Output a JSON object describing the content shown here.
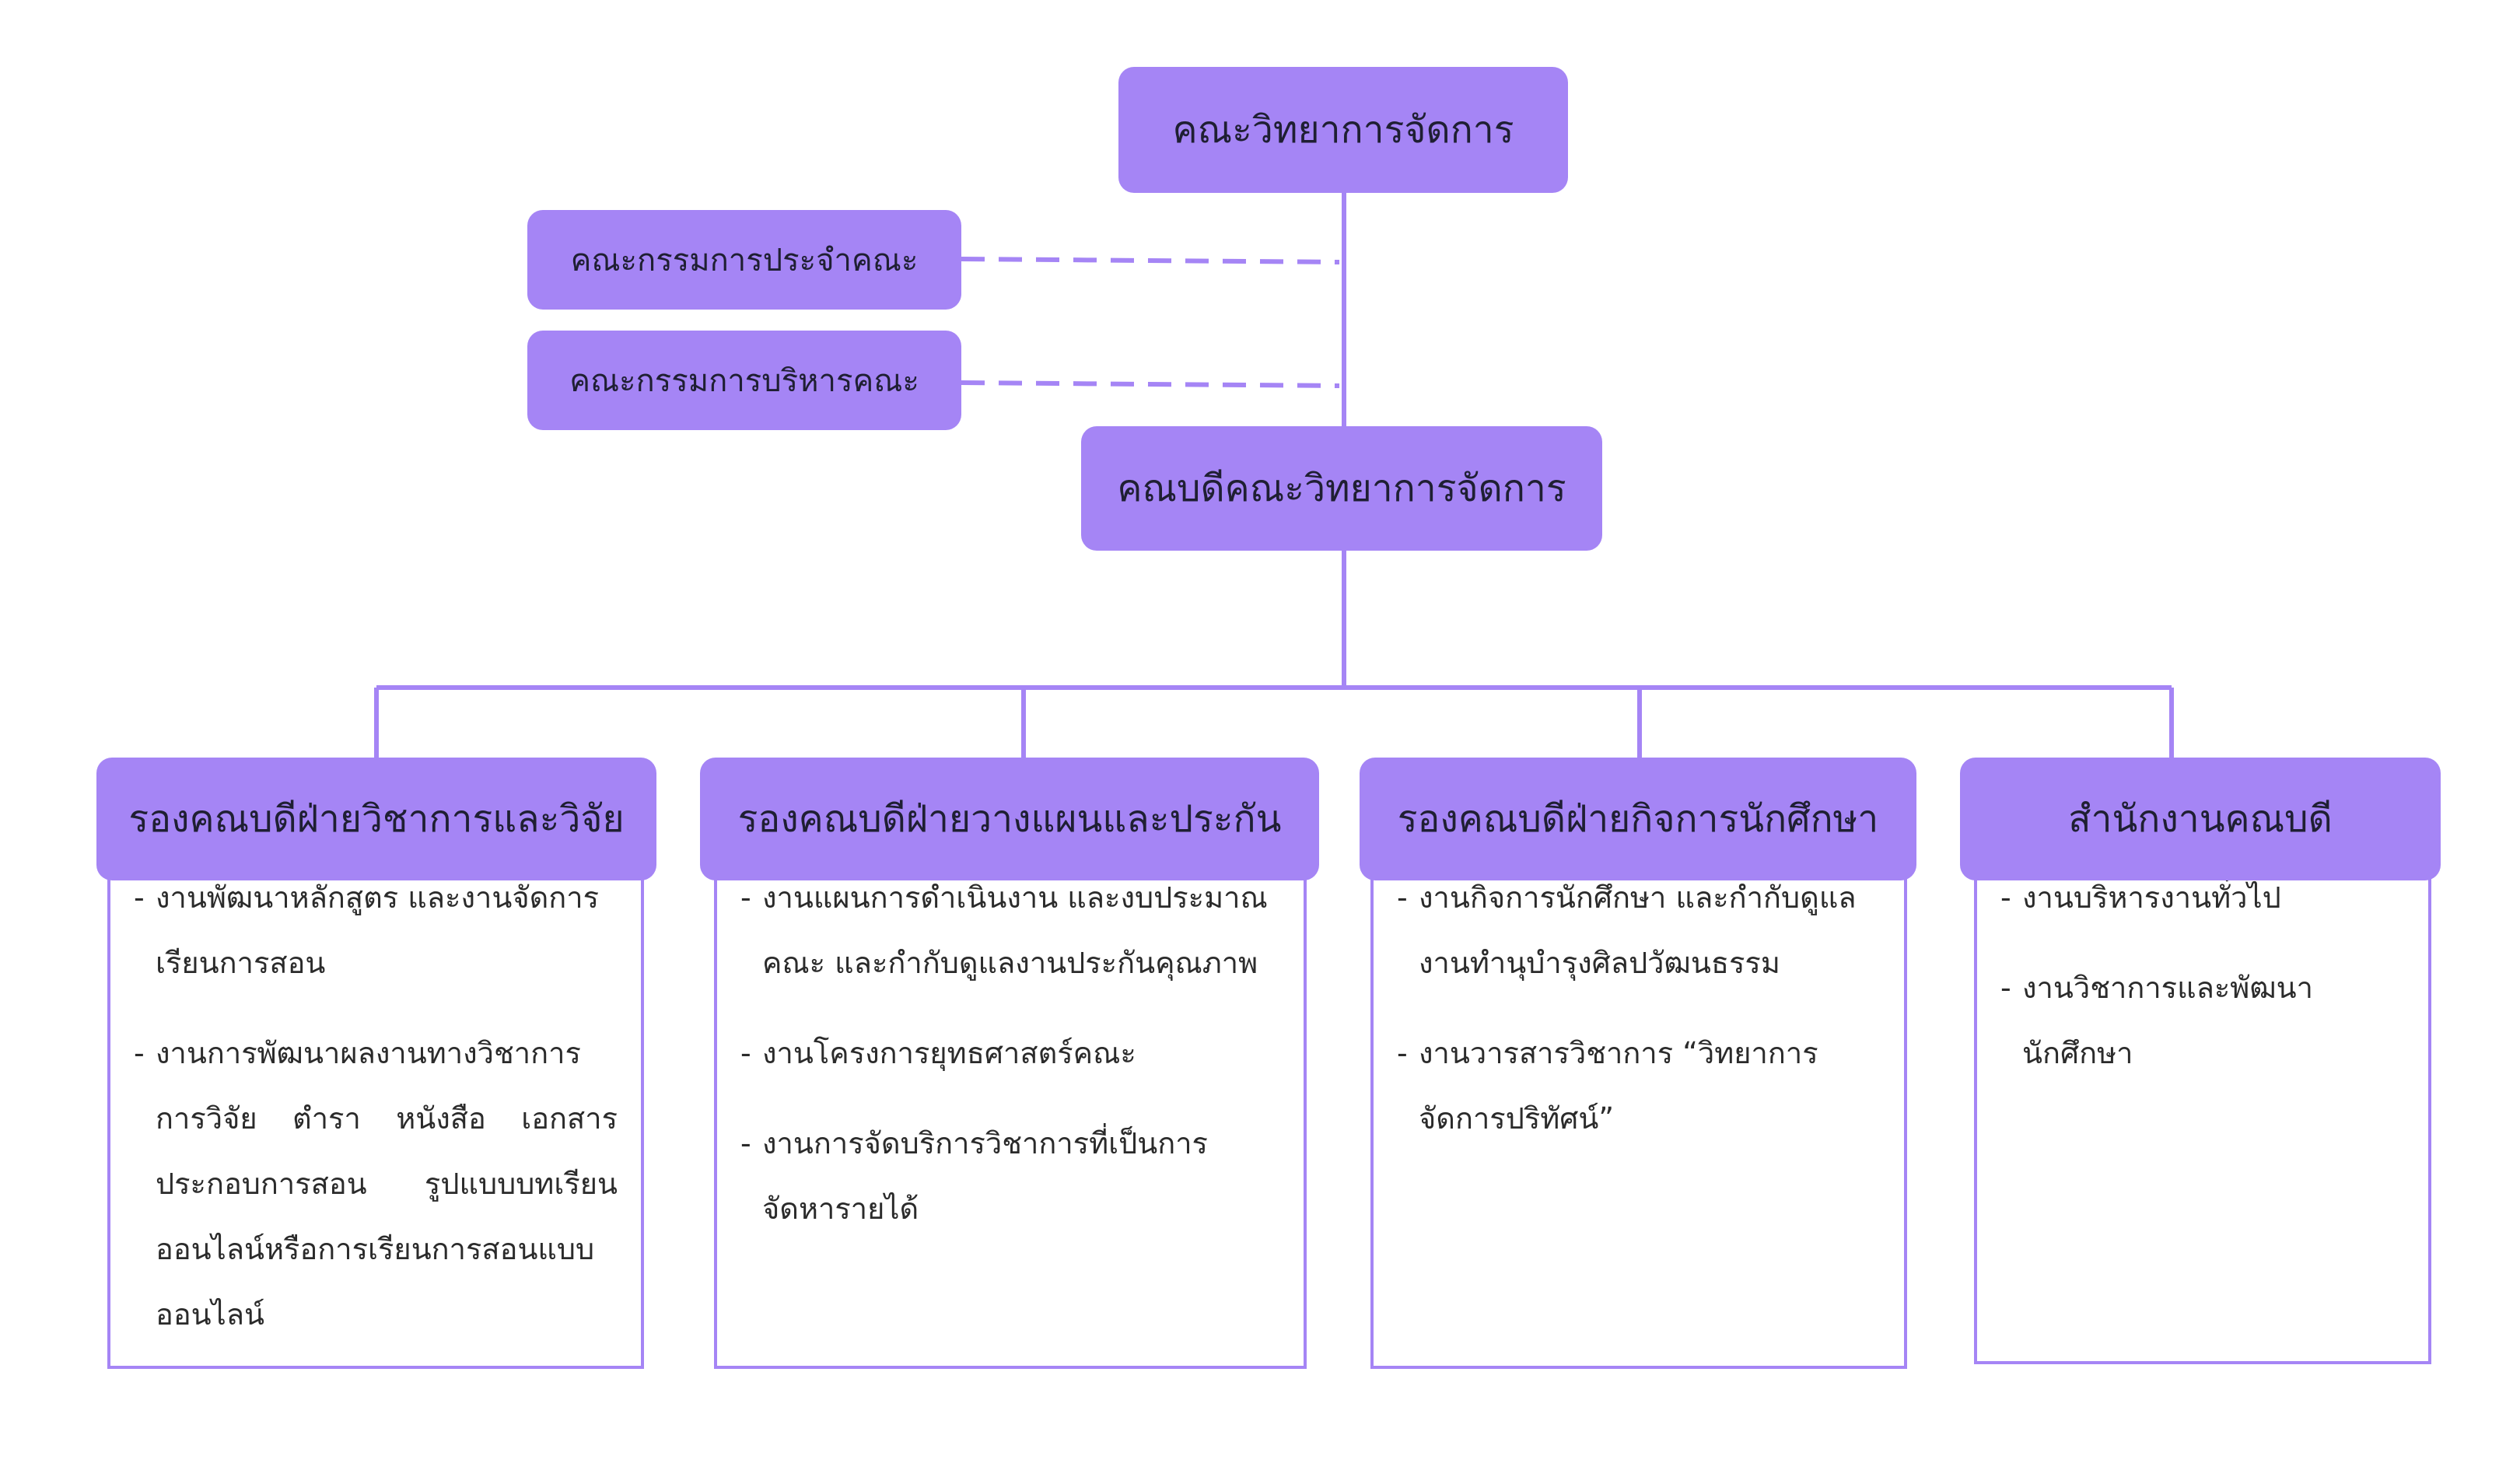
{
  "colors": {
    "accent": "#a585f5",
    "line": "#a585f5",
    "text": "#2b2b2b"
  },
  "top": {
    "label": "คณะวิทยาการจัดการ"
  },
  "committees": [
    {
      "label": "คณะกรรมการประจำคณะ"
    },
    {
      "label": "คณะกรรมการบริหารคณะ"
    }
  ],
  "dean": {
    "label": "คณบดีคณะวิทยาการจัดการ"
  },
  "divisions": [
    {
      "title": "รองคณบดีฝ่ายวิชาการและวิจัย",
      "items": [
        "งานพัฒนาหลักสูตร และงานจัดการเรียนการสอน",
        "งานการพัฒนาผลงานทางวิชาการ การวิจัย ตำรา หนังสือ เอกสารประกอบการสอน รูปแบบบทเรียนออนไลน์หรือการเรียนการสอนแบบออนไลน์"
      ]
    },
    {
      "title": "รองคณบดีฝ่ายวางแผนและประกัน",
      "items": [
        "งานแผนการดำเนินงาน และงบประมาณคณะ และกำกับดูแลงานประกันคุณภาพ",
        "งานโครงการยุทธศาสตร์คณะ",
        "งานการจัดบริการวิชาการที่เป็นการจัดหารายได้"
      ]
    },
    {
      "title": "รองคณบดีฝ่ายกิจการนักศึกษา",
      "items": [
        "งานกิจการนักศึกษา และกำกับดูแลงานทำนุบำรุงศิลปวัฒนธรรม",
        "งานวารสารวิชาการ “วิทยาการจัดการปริทัศน์”"
      ]
    },
    {
      "title": "สำนักงานคณบดี",
      "items": [
        "งานบริหารงานทั่วไป",
        "งานวิชาการและพัฒนานักศึกษา"
      ]
    }
  ]
}
